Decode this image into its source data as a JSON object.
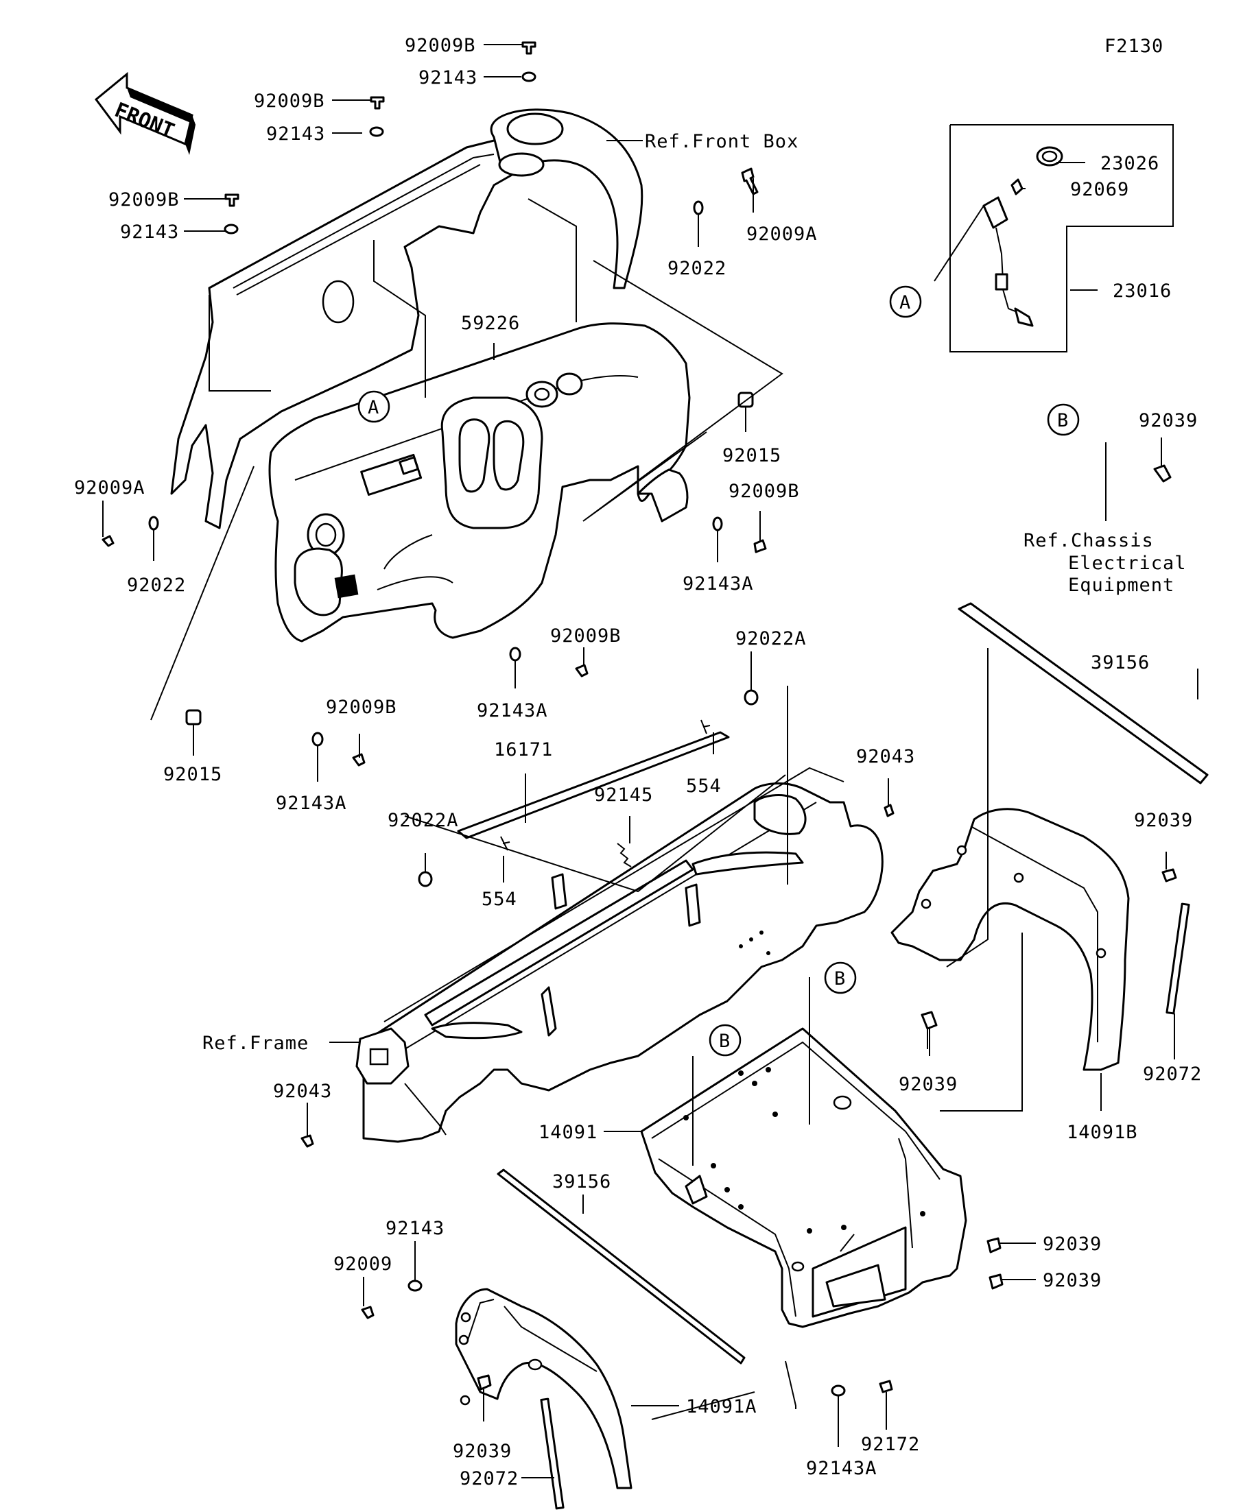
{
  "figure_code": "F2130",
  "front_arrow": "FRONT",
  "callouts": [
    {
      "id": "c1",
      "text": "92009B"
    },
    {
      "id": "c2",
      "text": "92143"
    },
    {
      "id": "c3",
      "text": "92009B"
    },
    {
      "id": "c4",
      "text": "92143"
    },
    {
      "id": "c5",
      "text": "92009B"
    },
    {
      "id": "c6",
      "text": "92143"
    },
    {
      "id": "c7",
      "text": "Ref.Front Box"
    },
    {
      "id": "c8",
      "text": "92009A"
    },
    {
      "id": "c9",
      "text": "92022"
    },
    {
      "id": "c10",
      "text": "59226"
    },
    {
      "id": "c11",
      "text": "92015"
    },
    {
      "id": "c12",
      "text": "92009B"
    },
    {
      "id": "c13",
      "text": "92143A"
    },
    {
      "id": "c14",
      "text": "92009A"
    },
    {
      "id": "c15",
      "text": "92022"
    },
    {
      "id": "c16",
      "text": "92009B"
    },
    {
      "id": "c17",
      "text": "92143A"
    },
    {
      "id": "c18",
      "text": "92009B"
    },
    {
      "id": "c19",
      "text": "92015"
    },
    {
      "id": "c20",
      "text": "92143A"
    },
    {
      "id": "c21",
      "text": "23026"
    },
    {
      "id": "c22",
      "text": "92069"
    },
    {
      "id": "c23",
      "text": "23016"
    },
    {
      "id": "c24",
      "text": "92039"
    },
    {
      "id": "c25",
      "text": "Ref.Chassis"
    },
    {
      "id": "c26",
      "text": "Electrical"
    },
    {
      "id": "c27",
      "text": "Equipment"
    },
    {
      "id": "c28",
      "text": "39156"
    },
    {
      "id": "c29",
      "text": "92022A"
    },
    {
      "id": "c30",
      "text": "554"
    },
    {
      "id": "c31",
      "text": "16171"
    },
    {
      "id": "c32",
      "text": "92145"
    },
    {
      "id": "c33",
      "text": "92043"
    },
    {
      "id": "c34",
      "text": "92022A"
    },
    {
      "id": "c35",
      "text": "554"
    },
    {
      "id": "c36",
      "text": "92039"
    },
    {
      "id": "c37",
      "text": "Ref.Frame"
    },
    {
      "id": "c38",
      "text": "92043"
    },
    {
      "id": "c39",
      "text": "92039"
    },
    {
      "id": "c40",
      "text": "92072"
    },
    {
      "id": "c41",
      "text": "14091B"
    },
    {
      "id": "c42",
      "text": "14091"
    },
    {
      "id": "c43",
      "text": "39156"
    },
    {
      "id": "c44",
      "text": "92143"
    },
    {
      "id": "c45",
      "text": "92009"
    },
    {
      "id": "c46",
      "text": "92039"
    },
    {
      "id": "c47",
      "text": "92039"
    },
    {
      "id": "c48",
      "text": "92039"
    },
    {
      "id": "c49",
      "text": "92072"
    },
    {
      "id": "c50",
      "text": "14091A"
    },
    {
      "id": "c51",
      "text": "92172"
    },
    {
      "id": "c52",
      "text": "92143A"
    }
  ],
  "reference_circles": [
    {
      "id": "A1",
      "text": "A"
    },
    {
      "id": "A2",
      "text": "A"
    },
    {
      "id": "B1",
      "text": "B"
    },
    {
      "id": "B2",
      "text": "B"
    },
    {
      "id": "B3",
      "text": "B"
    }
  ]
}
